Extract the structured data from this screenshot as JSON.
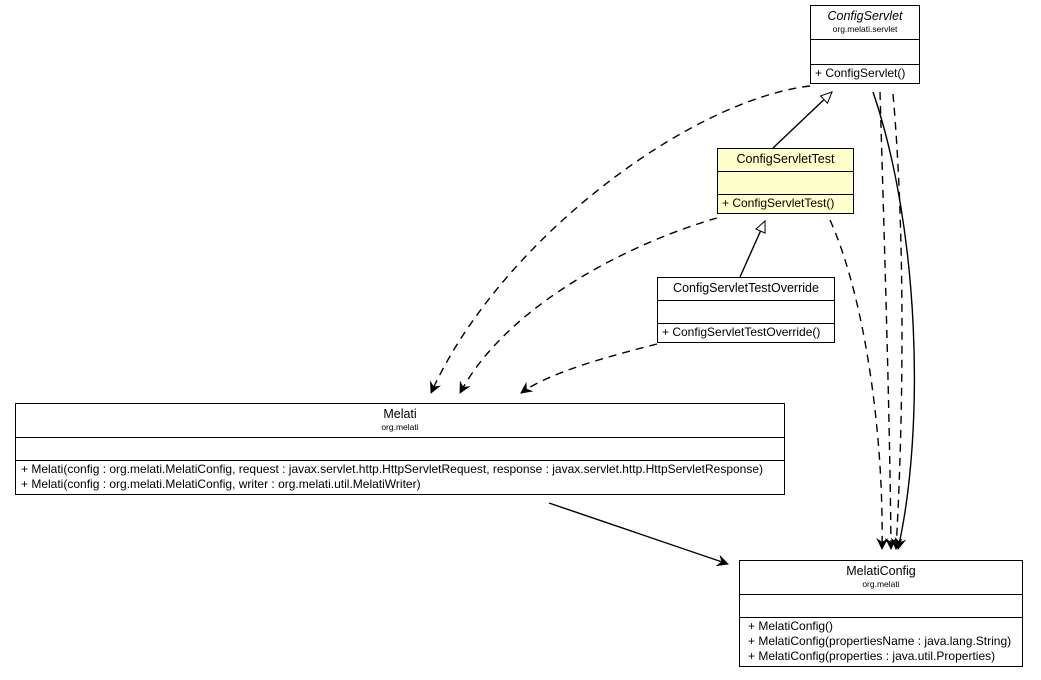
{
  "diagram": {
    "kind": "uml-class-diagram",
    "background": "#ffffff",
    "line_color": "#000000",
    "highlight_color": "#ffffcc",
    "classes": [
      {
        "id": "configservlet",
        "name": "ConfigServlet",
        "package": "org.melati.servlet",
        "abstract": true,
        "highlight": false,
        "attributes": [],
        "operations": [
          "+ ConfigServlet()"
        ]
      },
      {
        "id": "configservlettest",
        "name": "ConfigServletTest",
        "package": "",
        "abstract": false,
        "highlight": true,
        "attributes": [],
        "operations": [
          "+ ConfigServletTest()"
        ]
      },
      {
        "id": "configservlettestoverride",
        "name": "ConfigServletTestOverride",
        "package": "",
        "abstract": false,
        "highlight": false,
        "attributes": [],
        "operations": [
          "+ ConfigServletTestOverride()"
        ]
      },
      {
        "id": "melati",
        "name": "Melati",
        "package": "org.melati",
        "abstract": false,
        "highlight": false,
        "attributes": [],
        "operations": [
          "+ Melati(config : org.melati.MelatiConfig, request : javax.servlet.http.HttpServletRequest, response : javax.servlet.http.HttpServletResponse)",
          "+ Melati(config : org.melati.MelatiConfig, writer : org.melati.util.MelatiWriter)"
        ]
      },
      {
        "id": "melaticonfig",
        "name": "MelatiConfig",
        "package": "org.melati",
        "abstract": false,
        "highlight": false,
        "attributes": [],
        "operations": [
          "+ MelatiConfig()",
          "+ MelatiConfig(propertiesName : java.lang.String)",
          "+ MelatiConfig(properties : java.util.Properties)"
        ]
      }
    ],
    "relationships": [
      {
        "from": "configservlettest",
        "to": "configservlet",
        "type": "generalization"
      },
      {
        "from": "configservlettestoverride",
        "to": "configservlettest",
        "type": "generalization"
      },
      {
        "from": "configservlet",
        "to": "melati",
        "type": "dependency"
      },
      {
        "from": "configservlettest",
        "to": "melati",
        "type": "dependency"
      },
      {
        "from": "configservlettestoverride",
        "to": "melati",
        "type": "dependency"
      },
      {
        "from": "configservlet",
        "to": "melaticonfig",
        "type": "dependency"
      },
      {
        "from": "configservlettest",
        "to": "melaticonfig",
        "type": "dependency"
      },
      {
        "from": "configservlettestoverride",
        "to": "melaticonfig",
        "type": "dependency"
      },
      {
        "from": "configservlet",
        "to": "melaticonfig",
        "type": "association"
      },
      {
        "from": "melati",
        "to": "melaticonfig",
        "type": "association"
      }
    ]
  }
}
